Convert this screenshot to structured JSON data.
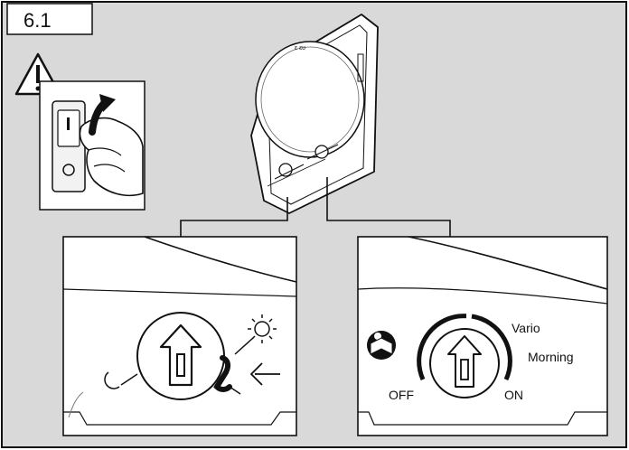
{
  "figure": {
    "step_number": "6.1",
    "background_color": "#d9d9d9",
    "panel_color": "#ffffff",
    "line_color": "#111111"
  },
  "left_detail": {
    "icons": [
      "moon-icon",
      "sun-icon",
      "arrow-in-icon",
      "house-arrow-icon"
    ]
  },
  "right_detail": {
    "vario_label": "Vario",
    "morning_label": "Morning",
    "off_label": "OFF",
    "on_label": "ON",
    "icons": [
      "read-manual-icon",
      "house-arrow-icon"
    ]
  },
  "warning": {
    "icon": "warning-triangle-icon"
  }
}
